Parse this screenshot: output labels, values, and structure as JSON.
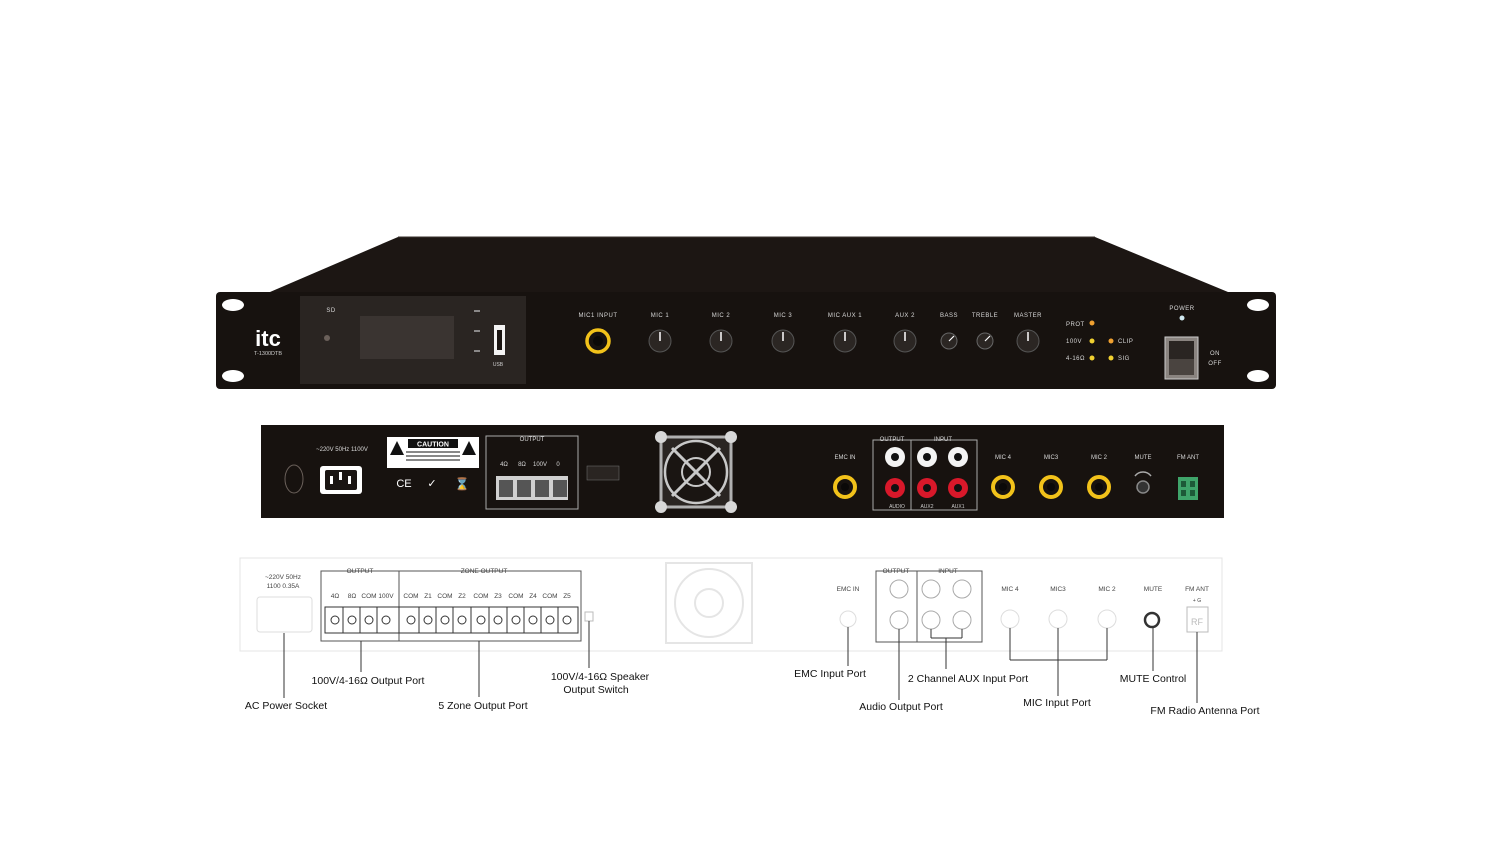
{
  "front_panel": {
    "brand": "itc",
    "model": "T-1300DTB",
    "usb_label": "USB",
    "sd_label": "SD",
    "mic_input_label": "MIC1 INPUT",
    "channel_labels": [
      "MIC 1",
      "MIC 2",
      "MIC 3",
      "MIC AUX 1",
      "AUX 2",
      "BASS",
      "TREBLE",
      "MASTER"
    ],
    "indicator_labels": [
      "PROT",
      "100V",
      "4-16Ω",
      "CLIP",
      "SIG"
    ],
    "power_label": "POWER",
    "on_label": "ON",
    "off_label": "OFF"
  },
  "rear_panel": {
    "ac_label": "~220V 50Hz 1100V",
    "caution_label": "CAUTION",
    "output_label": "OUTPUT",
    "output_terminal_labels": [
      "4Ω",
      "8Ω",
      "100V",
      "0"
    ],
    "emc_in_label": "EMC IN",
    "output_group_label": "OUTPUT",
    "input_group_label": "INPUT",
    "aux_labels": [
      "AUDIO",
      "AUX2",
      "AUX1"
    ],
    "mic_labels": [
      "MIC 4",
      "MIC3",
      "MIC 2"
    ],
    "mute_label": "MUTE",
    "fm_ant_label": "FM ANT"
  },
  "diagram": {
    "ac_label_top": "~220V 50Hz",
    "ac_label_bottom": "1100 0.35A",
    "output_group": "OUTPUT",
    "zone_output_group": "ZONE OUTPUT",
    "output_terminals": [
      "4Ω",
      "8Ω",
      "COM",
      "100V"
    ],
    "zone_terminals": [
      "COM",
      "Z1",
      "COM",
      "Z2",
      "COM",
      "Z3",
      "COM",
      "Z4",
      "COM",
      "Z5"
    ],
    "emc_in": "EMC IN",
    "output_small": "OUTPUT",
    "input_small": "INPUT",
    "mic_labels": [
      "MIC 4",
      "MIC3",
      "MIC 2"
    ],
    "mute": "MUTE",
    "fm_ant": "FM ANT",
    "rf_label": "RF"
  },
  "callouts": {
    "ac_power": "AC Power Socket",
    "output_port": "100V/4-16Ω Output Port",
    "zone_output": "5 Zone Output Port",
    "speaker_switch_line1": "100V/4-16Ω Speaker",
    "speaker_switch_line2": "Output Switch",
    "emc_input": "EMC Input Port",
    "aux_input": "2 Channel AUX Input Port",
    "audio_output": "Audio Output Port",
    "mic_input": "MIC Input Port",
    "mute_control": "MUTE Control",
    "fm_antenna": "FM Radio Antenna Port"
  },
  "colors": {
    "chassis": "#17120f",
    "panel_dark": "#0d0a08",
    "jack_yellow": "#f2c21a",
    "rca_red": "#d8182a",
    "terminal_green": "#3fa46a",
    "led_orange": "#f0a030"
  }
}
